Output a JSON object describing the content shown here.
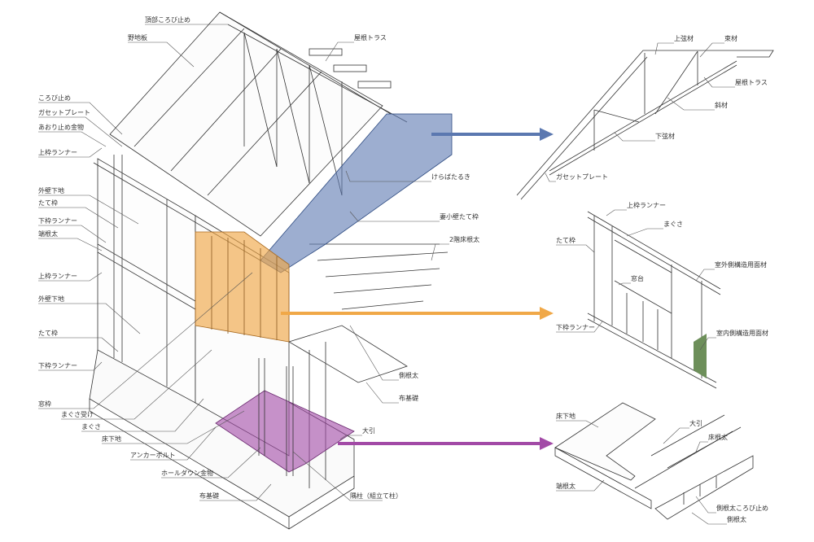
{
  "colors": {
    "roof_highlight": "#5b78b0",
    "wall_highlight": "#f0a848",
    "floor_highlight": "#a24aa6",
    "panel_green": "#6d8f5a"
  },
  "main_labels": {
    "top": [
      "頂部ころび止め",
      "野地板",
      "屋根トラス"
    ],
    "left": [
      "ころび止め",
      "ガセットプレート",
      "あおり止め金物",
      "上枠ランナー",
      "外壁下地",
      "たて枠",
      "下枠ランナー",
      "端根太",
      "上枠ランナー",
      "外壁下地",
      "たて枠",
      "下枠ランナー",
      "窓枠",
      "まぐさ受け",
      "まぐさ",
      "床下地",
      "アンカーボルト",
      "ホールダウン金物",
      "布基礎"
    ],
    "right": [
      "けらばたるき",
      "妻小壁たて枠",
      "2階床根太",
      "側根太",
      "布基礎",
      "大引",
      "隅柱（組立て柱）"
    ]
  },
  "truss_detail": {
    "labels": [
      "上弦材",
      "束材",
      "屋根トラス",
      "斜材",
      "下弦材",
      "ガセットプレート"
    ]
  },
  "wall_detail": {
    "labels": [
      "上枠ランナー",
      "まぐさ",
      "たて枠",
      "窓台",
      "室外側構造用面材",
      "下枠ランナー",
      "室内側構造用面材"
    ]
  },
  "floor_detail": {
    "labels": [
      "床下地",
      "大引",
      "床根太",
      "端根太",
      "側根太ころび止め",
      "側根太"
    ]
  }
}
